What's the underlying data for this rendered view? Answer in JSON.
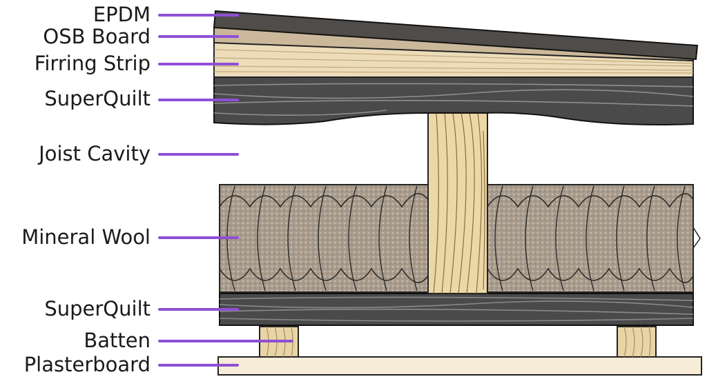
{
  "colors": {
    "leader": "#8e4fd6",
    "epdm": "#4f4c49",
    "osb": "#cbb89a",
    "firring": "#ecdcba",
    "superquilt": "#4a4a4a",
    "wool": "#a99c8d",
    "joist": "#ecd7a6",
    "plasterboard": "#f7ecd7"
  },
  "labels": [
    {
      "id": "epdm",
      "text": "EPDM"
    },
    {
      "id": "osb",
      "text": "OSB Board"
    },
    {
      "id": "firring",
      "text": "Firring Strip"
    },
    {
      "id": "superquilt-top",
      "text": "SuperQuilt"
    },
    {
      "id": "joist-cavity",
      "text": "Joist Cavity"
    },
    {
      "id": "mineral-wool",
      "text": "Mineral Wool"
    },
    {
      "id": "superquilt-bottom",
      "text": "SuperQuilt"
    },
    {
      "id": "batten",
      "text": "Batten"
    },
    {
      "id": "plasterboard",
      "text": "Plasterboard"
    }
  ]
}
